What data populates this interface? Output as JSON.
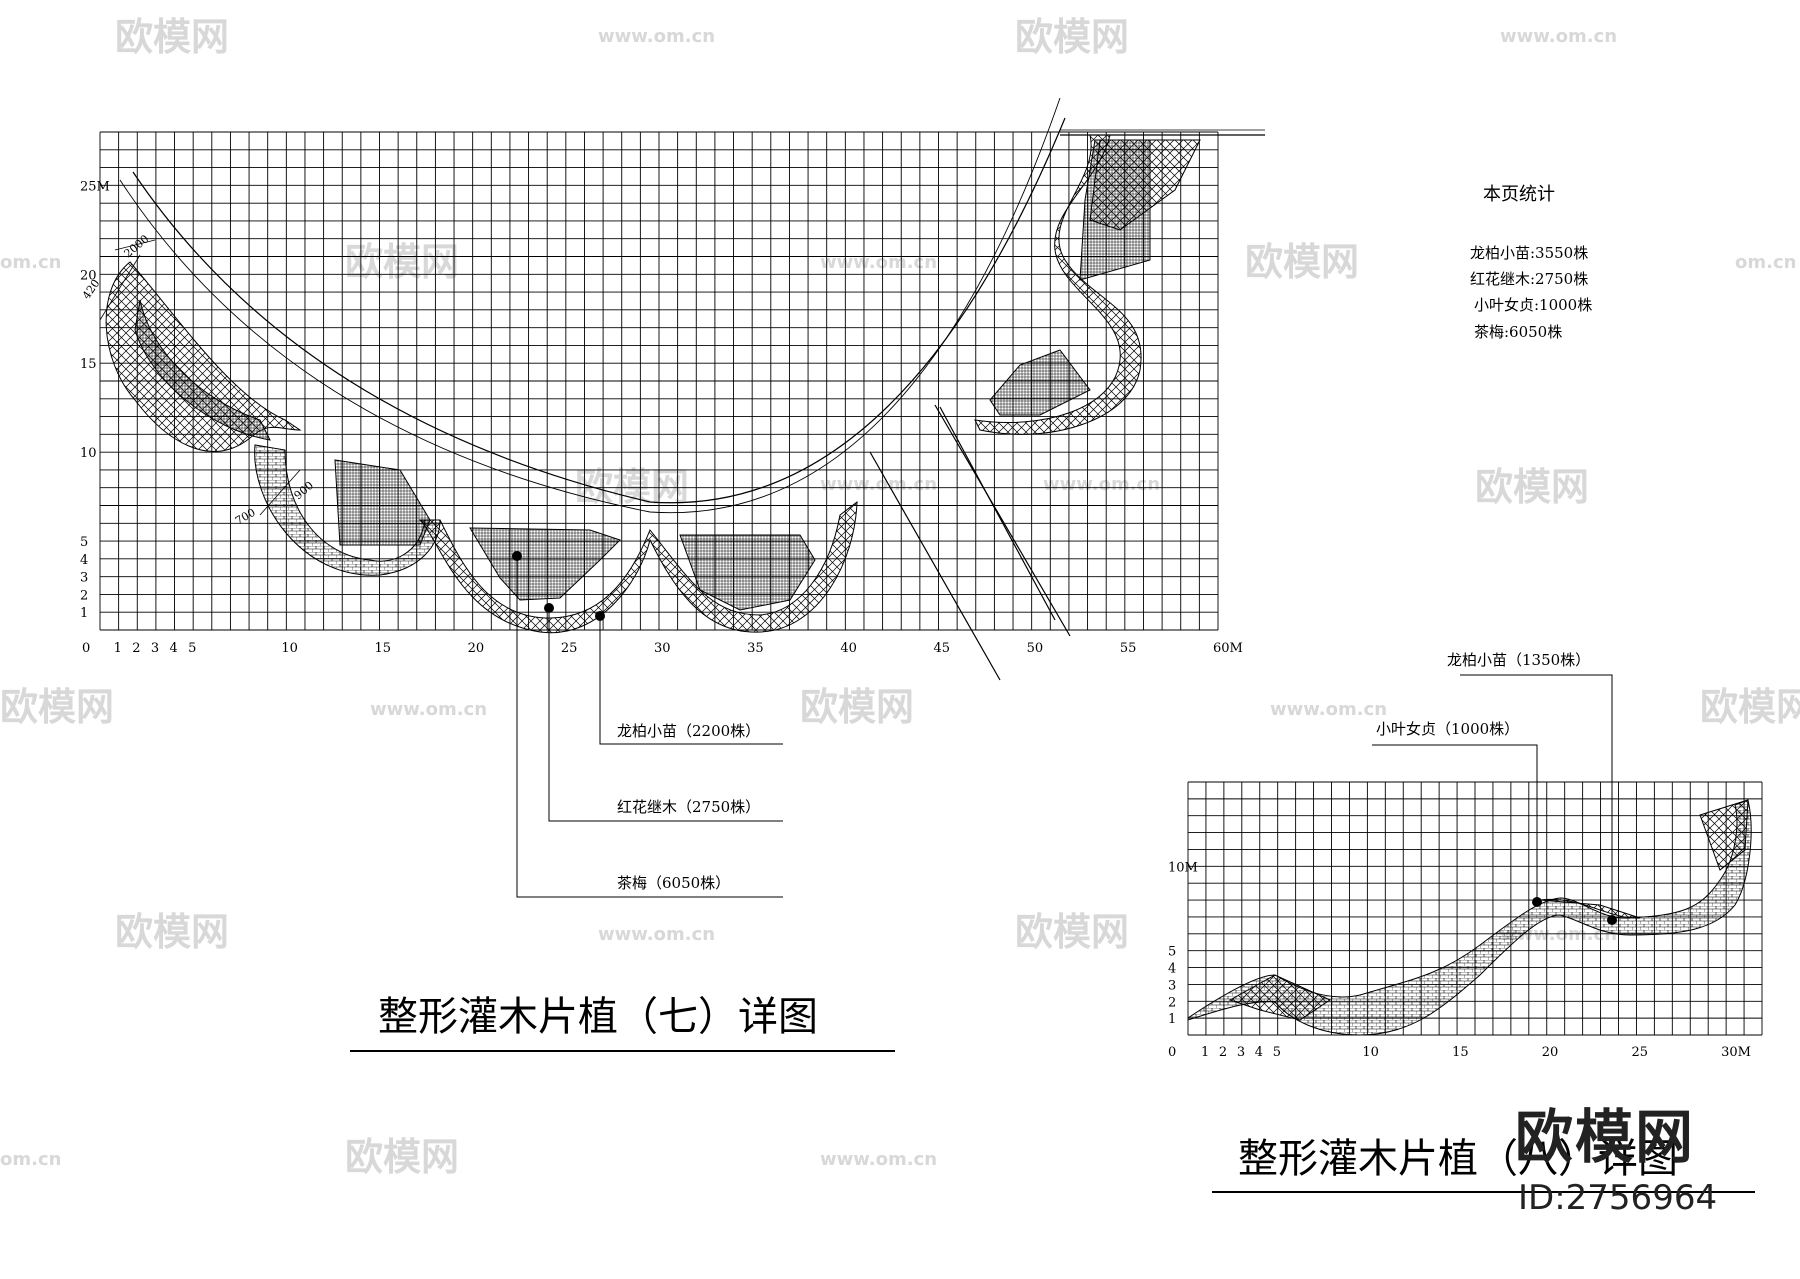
{
  "plan7": {
    "title": "整形灌木片植（七）详图",
    "x_ticks": [
      "0",
      "1",
      "2",
      "3",
      "4",
      "5",
      "10",
      "15",
      "20",
      "25",
      "30",
      "35",
      "40",
      "45",
      "50",
      "55",
      "60M"
    ],
    "y_ticks": [
      "1",
      "2",
      "3",
      "4",
      "5",
      "10",
      "15",
      "20",
      "25M"
    ],
    "dims": [
      "2000",
      "420",
      "700",
      "900"
    ],
    "callouts": [
      "龙柏小苗（2200株）",
      "红花继木（2750株）",
      "茶梅（6050株）"
    ]
  },
  "plan8": {
    "title": "整形灌木片植（八）详图",
    "x_ticks": [
      "0",
      "1",
      "2",
      "3",
      "4",
      "5",
      "10",
      "15",
      "20",
      "25",
      "30M"
    ],
    "y_ticks": [
      "1",
      "2",
      "3",
      "4",
      "5",
      "10M"
    ],
    "callouts": [
      "龙柏小苗（1350株）",
      "小叶女贞（1000株）"
    ]
  },
  "stats": {
    "title": "本页统计",
    "items": [
      "龙柏小苗:3550株",
      "红花继木:2750株",
      "小叶女贞:1000株",
      "茶梅:6050株"
    ]
  },
  "watermark": {
    "logo": "欧模网",
    "url": "www.om.cn",
    "url_short": "om.cn",
    "big_logo": "欧模网",
    "id": "ID:2756964"
  }
}
